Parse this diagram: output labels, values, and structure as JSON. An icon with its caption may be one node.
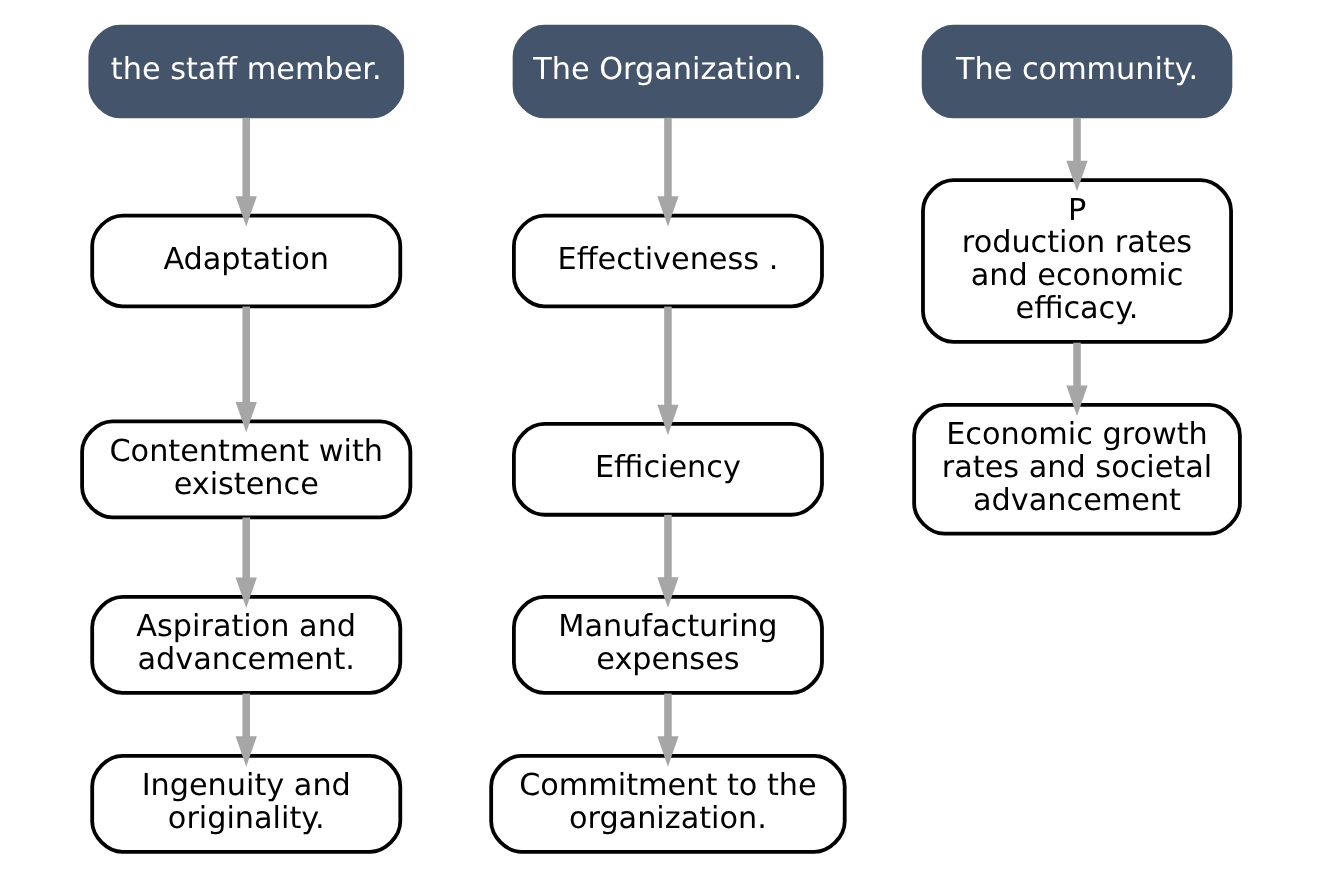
{
  "diagram": {
    "nodes": [
      {
        "text": [
          "the staff member."
        ]
      },
      {
        "text": [
          "The Organization."
        ]
      },
      {
        "text": [
          "The community."
        ]
      },
      {
        "text": [
          "Adaptation"
        ]
      },
      {
        "text": [
          "Contentment with existence"
        ]
      },
      {
        "text": [
          "Aspiration and advancement."
        ]
      },
      {
        "text": [
          "Ingenuity and originality."
        ]
      },
      {
        "text": [
          "Effectiveness ."
        ]
      },
      {
        "text": [
          "Efficiency"
        ]
      },
      {
        "text": [
          "Manufacturing expenses"
        ]
      },
      {
        "text": [
          "Commitment to the organization."
        ]
      },
      {
        "text": [
          "P",
          "roduction rates and economic efficacy."
        ]
      },
      {
        "text": [
          "Economic growth rates and societal advancement"
        ]
      }
    ],
    "edges": [
      {
        "from": 0,
        "to": 3,
        "arrow": "to"
      },
      {
        "from": 3,
        "to": 4,
        "arrow": "to"
      },
      {
        "from": 4,
        "to": 5,
        "arrow": "to"
      },
      {
        "from": 5,
        "to": 6,
        "arrow": "to"
      },
      {
        "from": 1,
        "to": 7,
        "arrow": "to"
      },
      {
        "from": 7,
        "to": 8,
        "arrow": "to"
      },
      {
        "from": 8,
        "to": 9,
        "arrow": "to"
      },
      {
        "from": 9,
        "to": 10,
        "arrow": "to"
      },
      {
        "from": 2,
        "to": 11,
        "arrow": "to"
      },
      {
        "from": 11,
        "to": 12,
        "arrow": "to"
      }
    ]
  }
}
